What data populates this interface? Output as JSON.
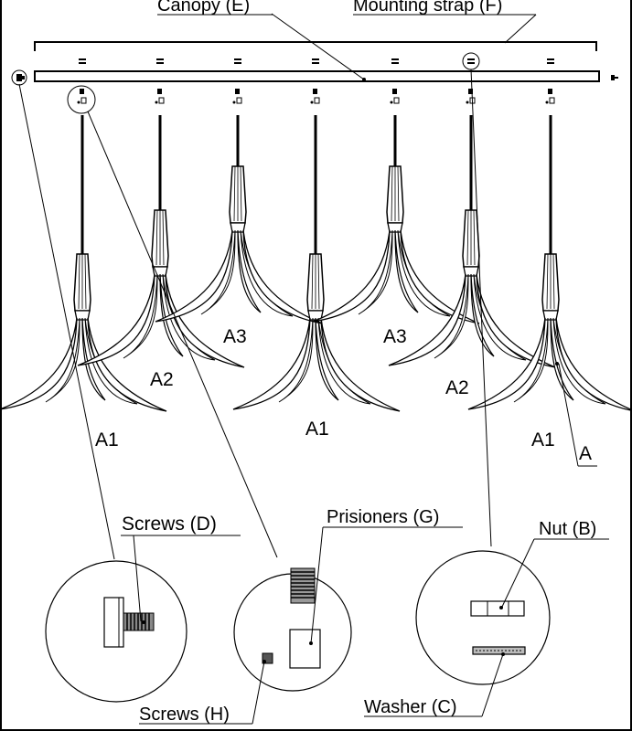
{
  "labels": {
    "canopy": "Canopy (E)",
    "strap": "Mounting strap (F)",
    "screws_d": "Screws (D)",
    "prisioners": "Prisioners (G)",
    "nut": "Nut (B)",
    "screws_h": "Screws (H)",
    "washer": "Washer (C)",
    "a1": "A1",
    "a2": "A2",
    "a3": "A3",
    "a": "A"
  }
}
